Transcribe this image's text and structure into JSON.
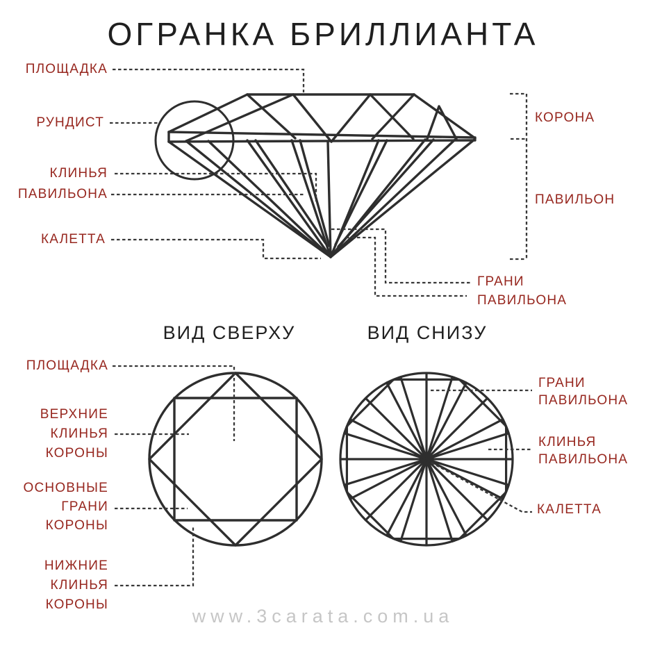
{
  "title": "ОГРАНКА БРИЛЛИАНТА",
  "side_view": {
    "left_labels": {
      "table": "ПЛОЩАДКА",
      "girdle": "РУНДИСТ",
      "pavilion_wedges_line1": "КЛИНЬЯ",
      "pavilion_wedges_line2": "ПАВИЛЬОНА",
      "culet": "КАЛЕТТА"
    },
    "right_labels": {
      "crown": "КОРОНА",
      "pavilion": "ПАВИЛЬОН",
      "pavilion_facets_line1": "ГРАНИ",
      "pavilion_facets_line2": "ПАВИЛЬОНА"
    }
  },
  "top_view": {
    "heading": "ВИД СВЕРХУ",
    "labels": {
      "table": "ПЛОЩАДКА",
      "upper_wedges_line1": "ВЕРХНИЕ",
      "upper_wedges_line2": "КЛИНЬЯ",
      "upper_wedges_line3": "КОРОНЫ",
      "main_facets_line1": "ОСНОВНЫЕ",
      "main_facets_line2": "ГРАНИ",
      "main_facets_line3": "КОРОНЫ",
      "lower_wedges_line1": "НИЖНИЕ",
      "lower_wedges_line2": "КЛИНЬЯ",
      "lower_wedges_line3": "КОРОНЫ"
    }
  },
  "bottom_view": {
    "heading": "ВИД СНИЗУ",
    "labels": {
      "pavilion_facets_line1": "ГРАНИ",
      "pavilion_facets_line2": "ПАВИЛЬОНА",
      "pavilion_wedges_line1": "КЛИНЬЯ",
      "pavilion_wedges_line2": "ПАВИЛЬОНА",
      "culet": "КАЛЕТТА"
    }
  },
  "watermark": "www.3carata.com.ua",
  "colors": {
    "label": "#97271f",
    "line": "#2e2e2e",
    "leader": "#383838",
    "title": "#1f1f1f",
    "watermark": "#c6c6c6"
  }
}
